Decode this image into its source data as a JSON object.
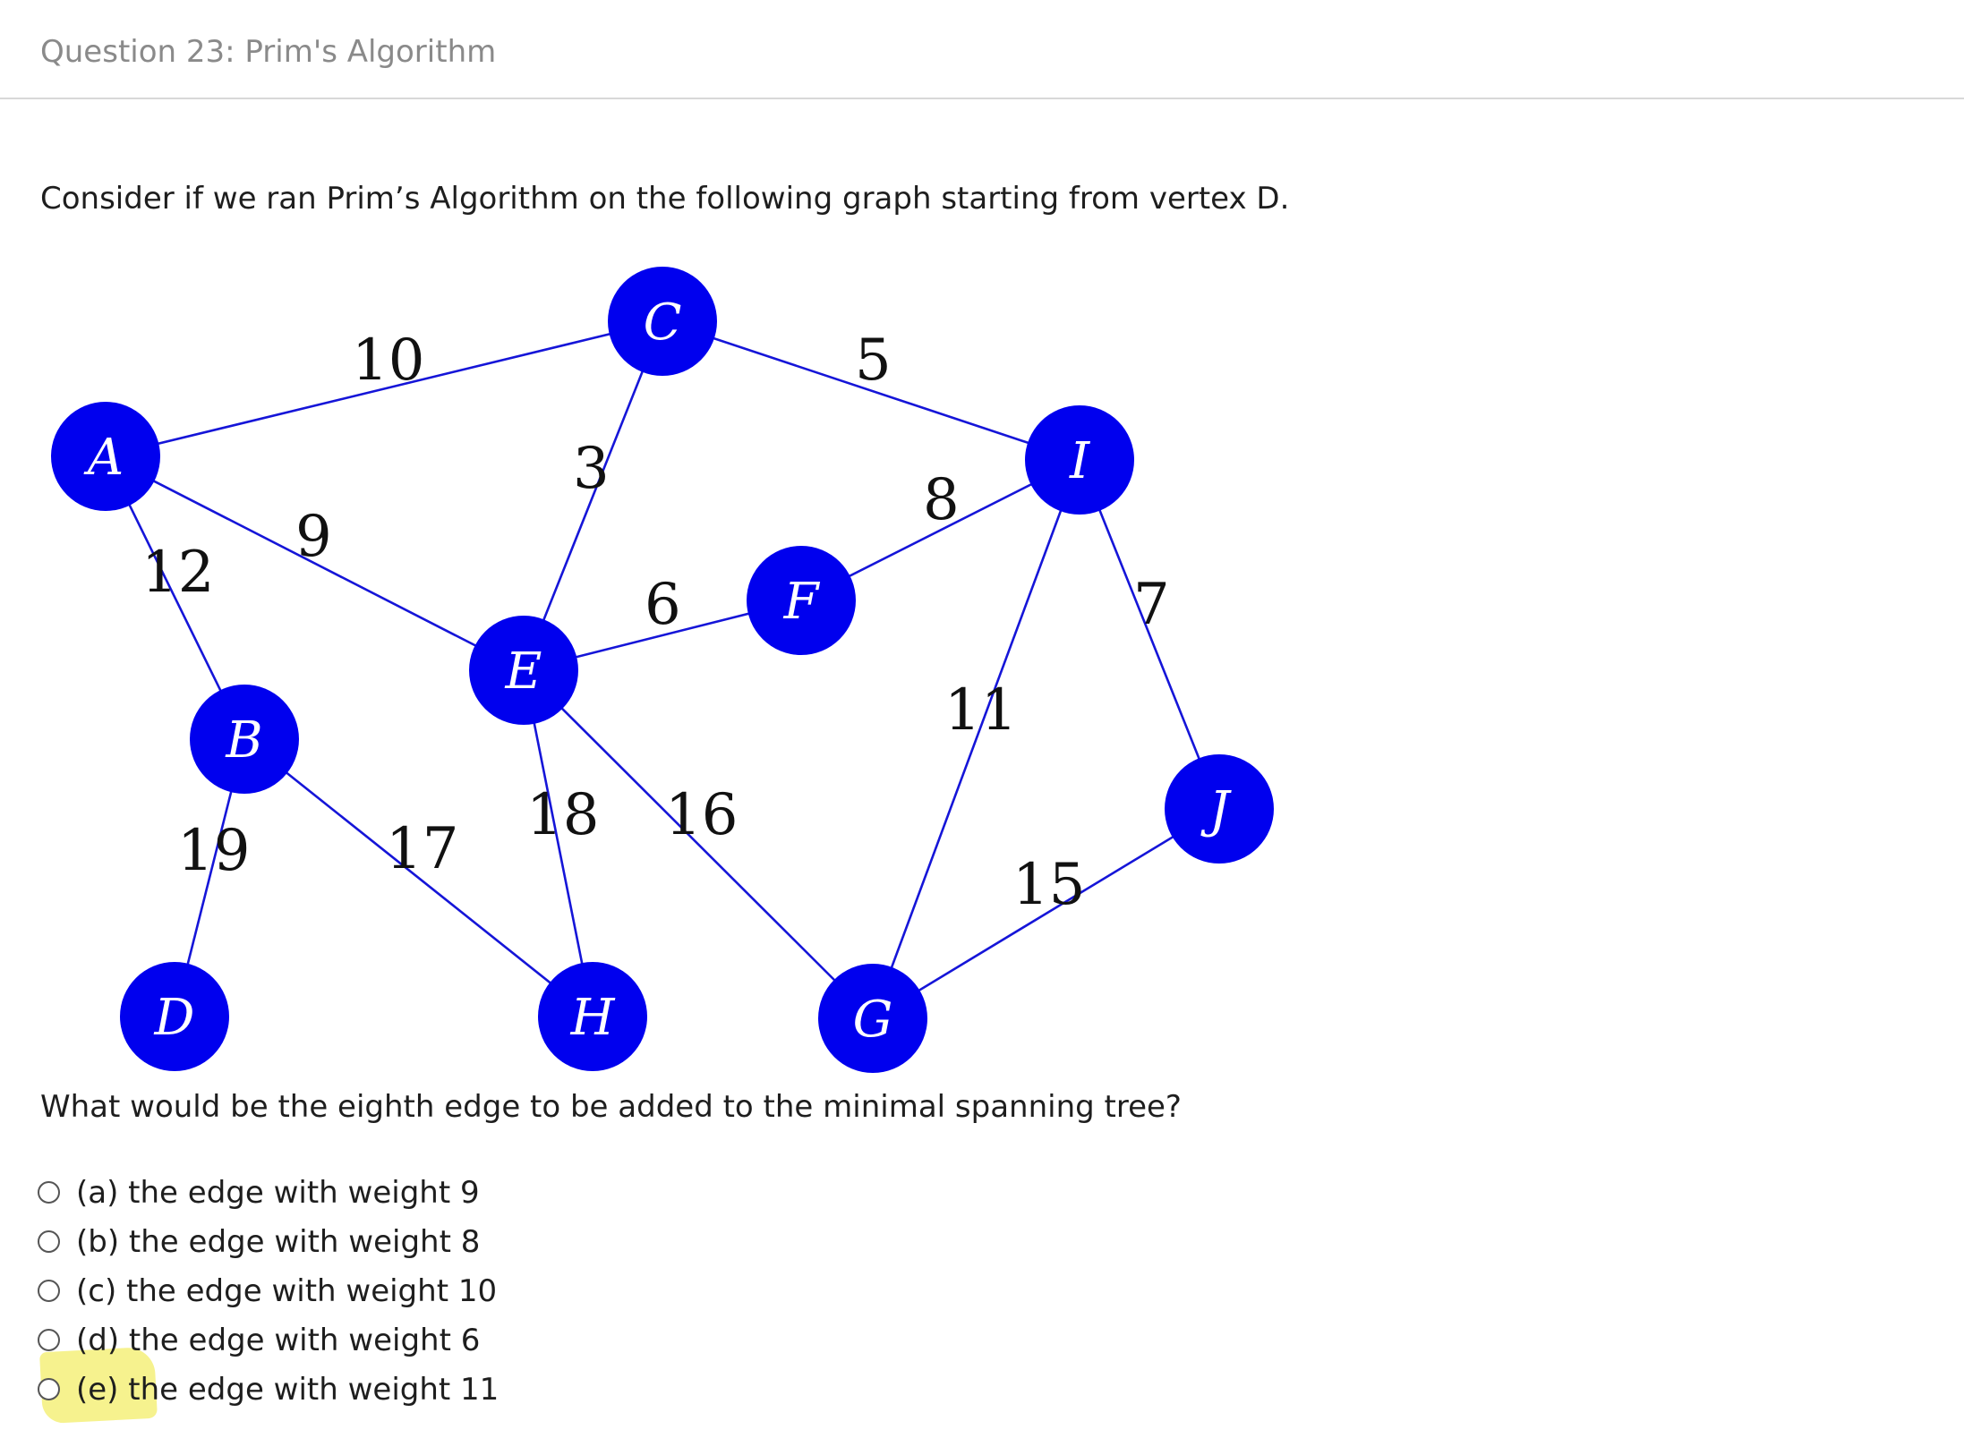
{
  "header": {
    "title": "Question 23: Prim's Algorithm"
  },
  "question": {
    "prompt": "Consider if we ran Prim’s Algorithm on the following graph starting from vertex D.",
    "sub": "What would be the eighth edge to be added to the minimal spanning tree?"
  },
  "graph": {
    "node_color": "#0000ee",
    "edge_color": "#1515d8",
    "nodes": {
      "A": "A",
      "B": "B",
      "C": "C",
      "D": "D",
      "E": "E",
      "F": "F",
      "G": "G",
      "H": "H",
      "I": "I",
      "J": "J"
    },
    "edges": {
      "AC": "10",
      "CI": "5",
      "CE": "3",
      "FI": "8",
      "AE": "9",
      "AB": "12",
      "IJ": "7",
      "EF": "6",
      "GI": "11",
      "BD": "19",
      "BH": "17",
      "EH": "18",
      "EG": "16",
      "GJ": "15"
    }
  },
  "options": [
    {
      "label": "(a) the edge with weight 9"
    },
    {
      "label": "(b) the edge with weight 8"
    },
    {
      "label": "(c) the edge with weight 10"
    },
    {
      "label": "(d) the edge with weight 6"
    },
    {
      "label": "(e) the edge with weight 11"
    }
  ],
  "highlight_color": "#f4f07a"
}
